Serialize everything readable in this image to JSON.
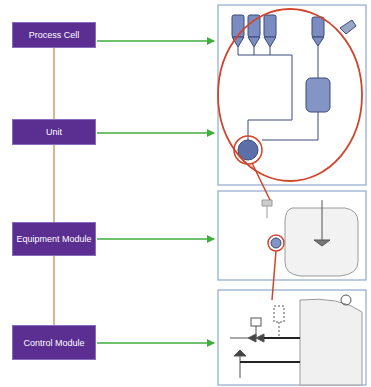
{
  "diagram": {
    "nodes": [
      {
        "text": [
          "Process Cell"
        ]
      },
      {
        "text": [
          "Unit"
        ]
      },
      {
        "text": [
          "Equipment Module"
        ]
      },
      {
        "text": [
          "Control Module"
        ]
      }
    ],
    "edges": [
      {
        "from": 0,
        "to": 1,
        "arrow": "none"
      },
      {
        "from": 1,
        "to": 2,
        "arrow": "none"
      },
      {
        "from": 2,
        "to": 3,
        "arrow": "none"
      }
    ]
  }
}
